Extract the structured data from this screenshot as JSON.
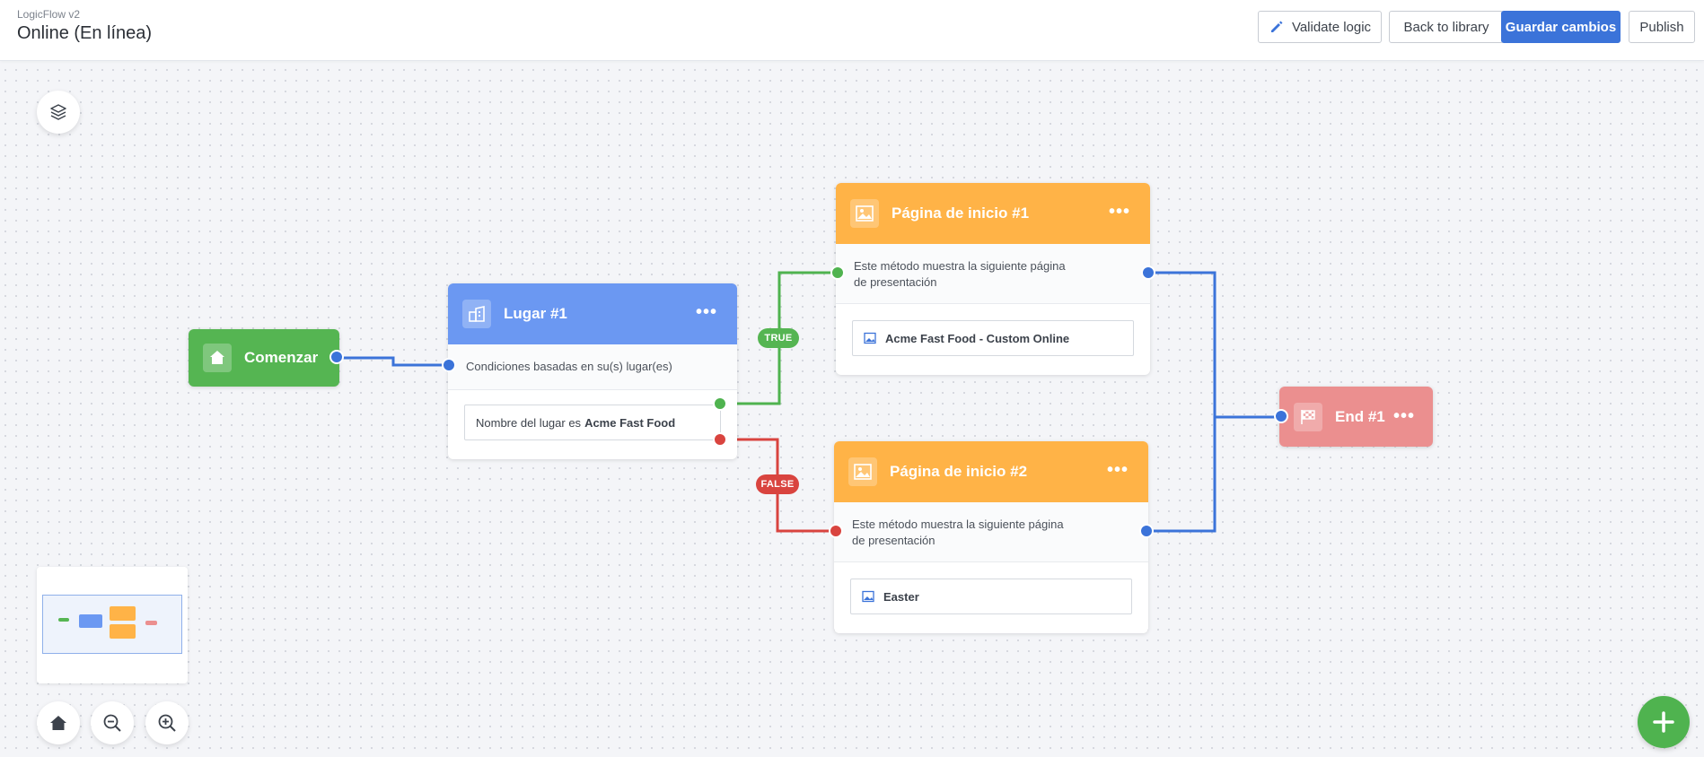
{
  "header": {
    "app_name": "LogicFlow v2",
    "flow_title": "Online (En línea)",
    "validate_label": "Validate logic",
    "back_label": "Back to library",
    "save_label": "Guardar cambios",
    "publish_label": "Publish"
  },
  "nodes": {
    "start": {
      "label": "Comenzar",
      "color": "#55b552",
      "icon": "home-icon"
    },
    "place": {
      "title": "Lugar #1",
      "color": "#6b98f2",
      "icon": "building-icon",
      "description": "Condiciones basadas en su(s) lugar(es)",
      "condition_prefix": "Nombre del lugar es",
      "condition_value": "Acme Fast Food",
      "menu": "•••"
    },
    "page1": {
      "title": "Página de inicio #1",
      "color": "#ffb347",
      "icon": "image-icon",
      "description": "Este método muestra la siguiente página de presentación",
      "item": "Acme Fast Food - Custom Online",
      "menu": "•••"
    },
    "page2": {
      "title": "Página de inicio #2",
      "color": "#ffb347",
      "icon": "image-icon",
      "description": "Este método muestra la siguiente página de presentación",
      "item": "Easter",
      "menu": "•••"
    },
    "end": {
      "label": "End #1",
      "color": "#eb8f8f",
      "icon": "checkered-flag-icon",
      "menu": "•••"
    }
  },
  "edges": {
    "true_label": "TRUE",
    "false_label": "FALSE",
    "true_color": "#4fb34f",
    "false_color": "#d9443f",
    "default_color": "#3b73d9"
  },
  "tools": {
    "layers": "layers-icon",
    "home": "home-icon",
    "zoom_out": "zoom-out-icon",
    "zoom_in": "zoom-in-icon",
    "add": "plus-icon"
  }
}
